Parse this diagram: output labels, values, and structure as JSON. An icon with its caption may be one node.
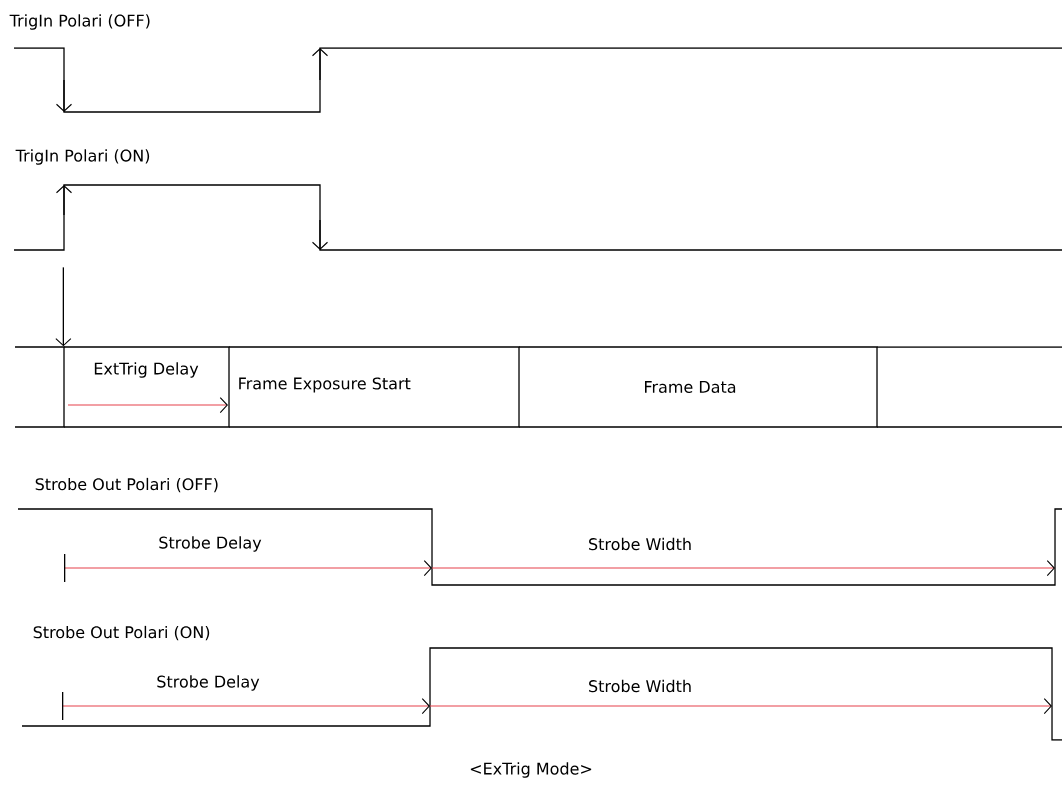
{
  "diagram": {
    "caption": "<ExTrig Mode>",
    "nodes": [
      {
        "text": [],
        "shape": "box"
      },
      {
        "text": [
          "ExtTrig Delay"
        ]
      },
      {
        "text": [
          "Frame Exposure Start"
        ]
      },
      {
        "text": [
          "Frame Data"
        ]
      },
      {
        "text": [],
        "shape": "box"
      }
    ],
    "edges": [
      {
        "from": null,
        "to": 1,
        "arrow": "to"
      }
    ],
    "labels": [
      "TrigIn Polari (OFF)",
      "TrigIn Polari (ON)",
      "Strobe Out Polari (OFF)",
      "Strobe Delay",
      "Strobe Width",
      "Strobe Out Polari (ON)",
      "Strobe Delay",
      "Strobe Width"
    ]
  }
}
